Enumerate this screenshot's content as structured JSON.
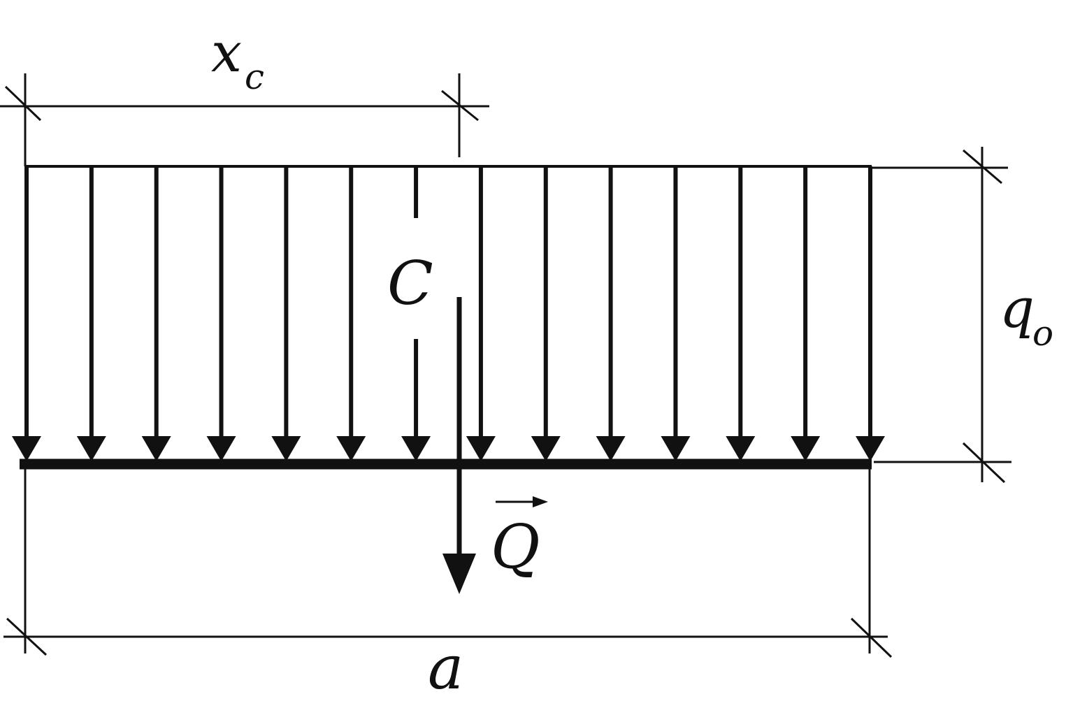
{
  "labels": {
    "xc_main": "x",
    "xc_sub": "c",
    "centroid": "C",
    "q_main": "q",
    "q_sub": "o",
    "resultant": "Q",
    "length": "a"
  },
  "load": {
    "type": "uniform distributed",
    "arrow_count": 14
  },
  "colors": {
    "ink": "#111111",
    "background": "#ffffff"
  }
}
